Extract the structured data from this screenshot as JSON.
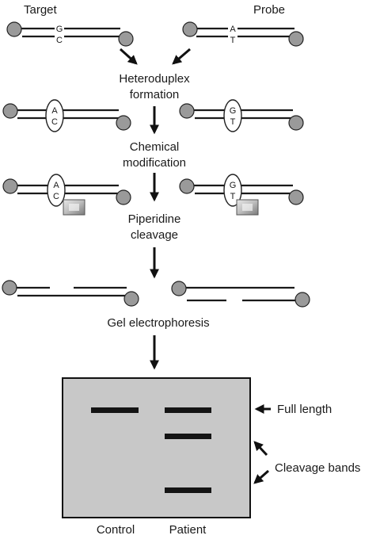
{
  "labels": {
    "target": "Target",
    "probe": "Probe",
    "heteroduplex_1": "Heteroduplex",
    "heteroduplex_2": "formation",
    "chemical_1": "Chemical",
    "chemical_2": "modification",
    "piperidine_1": "Piperidine",
    "piperidine_2": "cleavage",
    "gel": "Gel electrophoresis",
    "full_length": "Full length",
    "cleavage_bands": "Cleavage bands",
    "control": "Control",
    "patient": "Patient"
  },
  "bases": {
    "target_top": "G",
    "target_bottom": "C",
    "probe_top": "A",
    "probe_bottom": "T",
    "het_left_top": "A",
    "het_left_bottom": "C",
    "het_right_top": "G",
    "het_right_bottom": "T",
    "mod_left_top": "A",
    "mod_left_bottom": "C",
    "mod_right_top": "G",
    "mod_right_bottom": "T"
  },
  "colors": {
    "gel_fill": "#c8c8c8",
    "ball_fill": "#9a9a9a",
    "band": "#141414"
  }
}
